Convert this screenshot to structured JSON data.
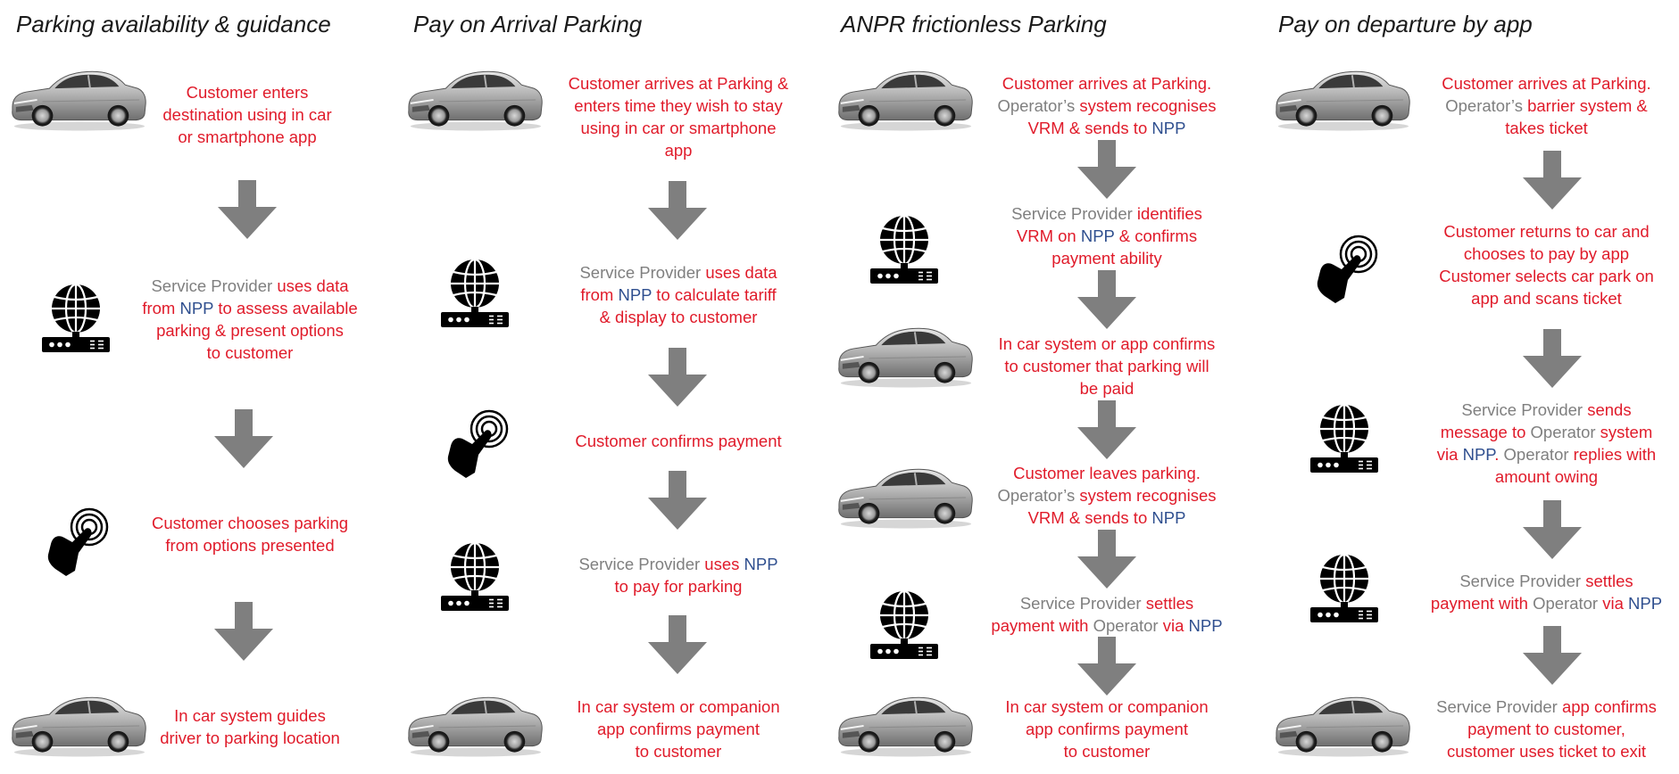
{
  "colors": {
    "red": "#e01b2a",
    "grey": "#7f7f7f",
    "blue": "#2f4f8f",
    "arrow": "#7f7f7f"
  },
  "icons": {
    "vehicle": "car-icon",
    "provider": "globe-server-icon",
    "user_action": "touch-hand-icon"
  },
  "columns": [
    {
      "title": "Parking availability & guidance",
      "steps": [
        {
          "icon": "car",
          "text": [
            [
              {
                "c": "r",
                "t": "Customer enters"
              }
            ],
            [
              {
                "c": "r",
                "t": "destination using in car"
              }
            ],
            [
              {
                "c": "r",
                "t": "or smartphone app"
              }
            ]
          ]
        },
        {
          "icon": "server",
          "text": [
            [
              {
                "c": "g",
                "t": "Service Provider "
              },
              {
                "c": "r",
                "t": "uses data"
              }
            ],
            [
              {
                "c": "r",
                "t": "from "
              },
              {
                "c": "b",
                "t": "NPP"
              },
              {
                "c": "r",
                "t": " to assess available"
              }
            ],
            [
              {
                "c": "r",
                "t": "parking & present options"
              }
            ],
            [
              {
                "c": "r",
                "t": "to customer"
              }
            ]
          ]
        },
        {
          "icon": "hand",
          "text": [
            [
              {
                "c": "r",
                "t": "Customer chooses parking"
              }
            ],
            [
              {
                "c": "r",
                "t": "from options presented"
              }
            ]
          ]
        },
        {
          "icon": "car",
          "text": [
            [
              {
                "c": "r",
                "t": "In car system guides"
              }
            ],
            [
              {
                "c": "r",
                "t": "driver to parking location"
              }
            ]
          ]
        }
      ]
    },
    {
      "title": "Pay on Arrival Parking",
      "steps": [
        {
          "icon": "car",
          "text": [
            [
              {
                "c": "r",
                "t": "Customer arrives at Parking &"
              }
            ],
            [
              {
                "c": "r",
                "t": "enters time they wish to stay"
              }
            ],
            [
              {
                "c": "r",
                "t": "using in car or smartphone"
              }
            ],
            [
              {
                "c": "r",
                "t": "app"
              }
            ]
          ]
        },
        {
          "icon": "server",
          "text": [
            [
              {
                "c": "g",
                "t": "Service Provider "
              },
              {
                "c": "r",
                "t": "uses data"
              }
            ],
            [
              {
                "c": "r",
                "t": "from "
              },
              {
                "c": "b",
                "t": "NPP"
              },
              {
                "c": "r",
                "t": " to calculate tariff"
              }
            ],
            [
              {
                "c": "r",
                "t": "& display to customer"
              }
            ]
          ]
        },
        {
          "icon": "hand",
          "text": [
            [
              {
                "c": "r",
                "t": "Customer confirms payment"
              }
            ]
          ]
        },
        {
          "icon": "server",
          "text": [
            [
              {
                "c": "g",
                "t": "Service Provider "
              },
              {
                "c": "r",
                "t": "uses "
              },
              {
                "c": "b",
                "t": "NPP"
              }
            ],
            [
              {
                "c": "r",
                "t": "to pay for parking"
              }
            ]
          ]
        },
        {
          "icon": "car",
          "text": [
            [
              {
                "c": "r",
                "t": "In car system  or companion"
              }
            ],
            [
              {
                "c": "r",
                "t": "app confirms payment"
              }
            ],
            [
              {
                "c": "r",
                "t": "to customer"
              }
            ]
          ]
        }
      ]
    },
    {
      "title": "ANPR frictionless Parking",
      "steps": [
        {
          "icon": "car",
          "text": [
            [
              {
                "c": "r",
                "t": "Customer arrives at Parking."
              }
            ],
            [
              {
                "c": "g",
                "t": "Operator’s "
              },
              {
                "c": "r",
                "t": "system recognises"
              }
            ],
            [
              {
                "c": "r",
                "t": "VRM & sends to "
              },
              {
                "c": "b",
                "t": "NPP"
              }
            ]
          ]
        },
        {
          "icon": "server",
          "text": [
            [
              {
                "c": "g",
                "t": "Service Provider "
              },
              {
                "c": "r",
                "t": "identifies"
              }
            ],
            [
              {
                "c": "r",
                "t": "VRM on "
              },
              {
                "c": "b",
                "t": "NPP"
              },
              {
                "c": "r",
                "t": " & confirms"
              }
            ],
            [
              {
                "c": "r",
                "t": "payment ability"
              }
            ]
          ]
        },
        {
          "icon": "car",
          "text": [
            [
              {
                "c": "r",
                "t": "In car system or app confirms"
              }
            ],
            [
              {
                "c": "r",
                "t": "to customer that parking will"
              }
            ],
            [
              {
                "c": "r",
                "t": "be paid"
              }
            ]
          ]
        },
        {
          "icon": "car",
          "text": [
            [
              {
                "c": "r",
                "t": "Customer leaves parking."
              }
            ],
            [
              {
                "c": "g",
                "t": "Operator’s "
              },
              {
                "c": "r",
                "t": "system recognises"
              }
            ],
            [
              {
                "c": "r",
                "t": "VRM & sends to "
              },
              {
                "c": "b",
                "t": "NPP"
              }
            ]
          ]
        },
        {
          "icon": "server",
          "text": [
            [
              {
                "c": "g",
                "t": "Service Provider "
              },
              {
                "c": "r",
                "t": "settles"
              }
            ],
            [
              {
                "c": "r",
                "t": "payment with "
              },
              {
                "c": "g",
                "t": "Operator"
              },
              {
                "c": "r",
                "t": " via "
              },
              {
                "c": "b",
                "t": "NPP"
              }
            ]
          ]
        },
        {
          "icon": "car",
          "text": [
            [
              {
                "c": "r",
                "t": "In car system  or companion"
              }
            ],
            [
              {
                "c": "r",
                "t": "app confirms payment"
              }
            ],
            [
              {
                "c": "r",
                "t": "to customer"
              }
            ]
          ]
        }
      ]
    },
    {
      "title": "Pay on departure by app",
      "steps": [
        {
          "icon": "car",
          "text": [
            [
              {
                "c": "r",
                "t": "Customer arrives at Parking."
              }
            ],
            [
              {
                "c": "g",
                "t": "Operator’s "
              },
              {
                "c": "r",
                "t": "barrier system &"
              }
            ],
            [
              {
                "c": "r",
                "t": "takes ticket"
              }
            ]
          ]
        },
        {
          "icon": "hand",
          "text": [
            [
              {
                "c": "r",
                "t": "Customer returns to car and"
              }
            ],
            [
              {
                "c": "r",
                "t": "chooses to pay by app"
              }
            ],
            [
              {
                "c": "r",
                "t": "Customer selects car park on"
              }
            ],
            [
              {
                "c": "r",
                "t": "app and scans ticket"
              }
            ]
          ]
        },
        {
          "icon": "server",
          "text": [
            [
              {
                "c": "g",
                "t": "Service Provider "
              },
              {
                "c": "r",
                "t": "sends"
              }
            ],
            [
              {
                "c": "r",
                "t": "message to "
              },
              {
                "c": "g",
                "t": "Operator"
              },
              {
                "c": "r",
                "t": " system"
              }
            ],
            [
              {
                "c": "r",
                "t": "via "
              },
              {
                "c": "b",
                "t": "NPP"
              },
              {
                "c": "r",
                "t": ".  "
              },
              {
                "c": "g",
                "t": "Operator"
              },
              {
                "c": "r",
                "t": " replies with"
              }
            ],
            [
              {
                "c": "r",
                "t": "amount owing"
              }
            ]
          ]
        },
        {
          "icon": "server",
          "text": [
            [
              {
                "c": "g",
                "t": "Service Provider "
              },
              {
                "c": "r",
                "t": "settles"
              }
            ],
            [
              {
                "c": "r",
                "t": "payment with "
              },
              {
                "c": "g",
                "t": "Operator"
              },
              {
                "c": "r",
                "t": " via "
              },
              {
                "c": "b",
                "t": "NPP"
              }
            ]
          ]
        },
        {
          "icon": "car",
          "text": [
            [
              {
                "c": "g",
                "t": "Service Provider "
              },
              {
                "c": "r",
                "t": "app confirms"
              }
            ],
            [
              {
                "c": "r",
                "t": "payment to customer,"
              }
            ],
            [
              {
                "c": "r",
                "t": "customer uses ticket to exit"
              }
            ]
          ]
        }
      ]
    }
  ]
}
